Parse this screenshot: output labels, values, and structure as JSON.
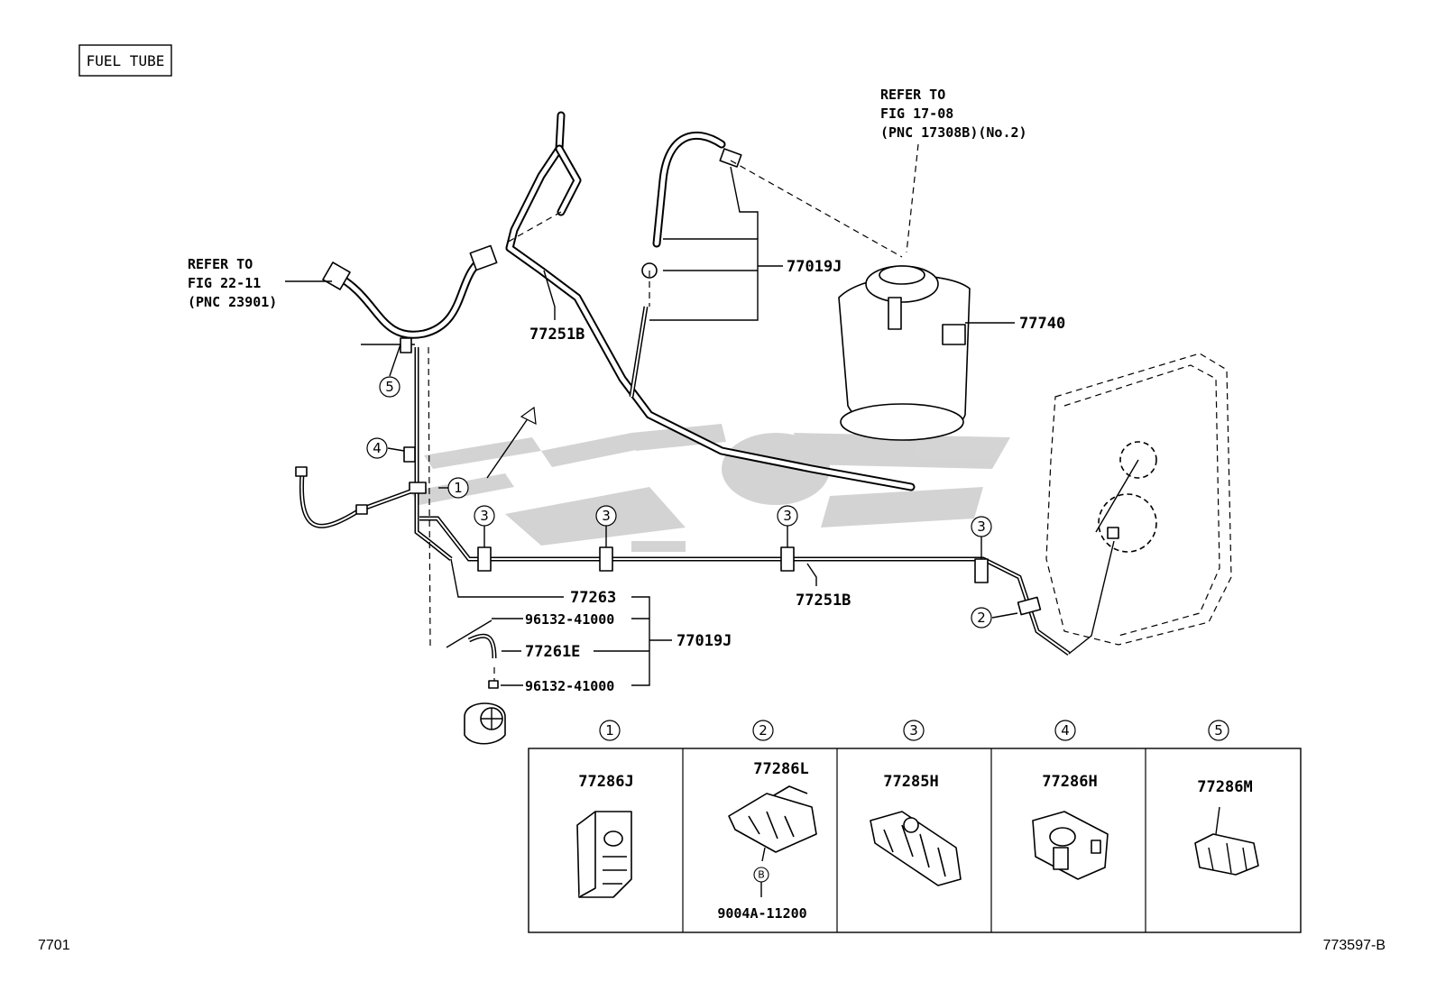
{
  "title_box": "FUEL TUBE",
  "refers": {
    "filler": [
      "REFER TO",
      "FIG 22-11",
      "(PNC 23901)"
    ],
    "canister_cap": [
      "REFER TO",
      "FIG 17-08",
      "(PNC 17308B)(No.2)"
    ]
  },
  "part_labels": {
    "vent_hose_set_top": "77019J",
    "canister": "77740",
    "vent_tube_upper": "77251B",
    "main_tube": "77251B",
    "tube_77263": "77263",
    "clip_upper": "96132-41000",
    "hose_77261e": "77261E",
    "clip_lower": "96132-41000",
    "hose_set_bottom": "77019J"
  },
  "callouts": [
    "1",
    "2",
    "3",
    "3",
    "3",
    "3",
    "4",
    "5"
  ],
  "clamp_table": [
    {
      "marker": "1",
      "part": "77286J",
      "extra": ""
    },
    {
      "marker": "2",
      "part": "77286L",
      "extra": "9004A-11200",
      "sub_marker": "B"
    },
    {
      "marker": "3",
      "part": "77285H",
      "extra": ""
    },
    {
      "marker": "4",
      "part": "77286H",
      "extra": ""
    },
    {
      "marker": "5",
      "part": "77286M",
      "extra": ""
    }
  ],
  "footer": {
    "left": "7701",
    "right": "773597-B"
  },
  "colors": {
    "ink": "#000000",
    "paper": "#ffffff",
    "watermark": "#cccccc"
  }
}
